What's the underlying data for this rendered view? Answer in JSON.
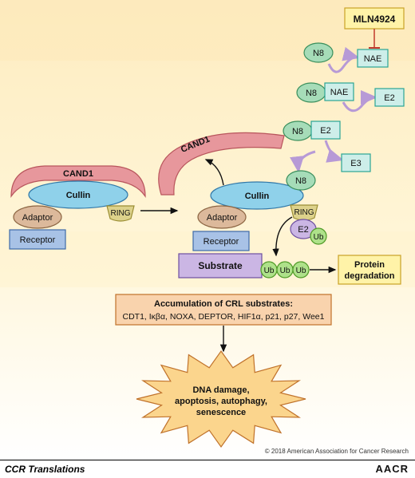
{
  "inhibitor": "MLN4924",
  "nedd8": "N8",
  "nae": "NAE",
  "e2": "E2",
  "e3": "E3",
  "cand1": "CAND1",
  "cullin": "Cullin",
  "adaptor": "Adaptor",
  "ring": "RING",
  "receptor": "Receptor",
  "substrate": "Substrate",
  "ub": "Ub",
  "protein_degradation": [
    "Protein",
    "degradation"
  ],
  "accumulation": {
    "title": "Accumulation of CRL substrates:",
    "items": "CDT1, Iκβα, NOXA, DEPTOR, HIF1α, p21, p27, Wee1"
  },
  "outcome": [
    "DNA damage,",
    "apoptosis, autophagy,",
    "senescence"
  ],
  "copyright": "© 2018 American Association for Cancer Research",
  "footer": {
    "series": "CCR Translations",
    "logo": "AACR"
  },
  "colors": {
    "bg_top": "#fdefc3",
    "bg_mid": "#fff6d8",
    "teal": "#cdeee9",
    "teal_stroke": "#2aa594",
    "green": "#a6dcb8",
    "green_stroke": "#3a8f5c",
    "cullin": "#8fd1ea",
    "cand1": "#e7979c",
    "adaptor": "#dcb99b",
    "ring": "#ddd28b",
    "receptor": "#a8c2e6",
    "substrate": "#cbb6e4",
    "ub": "#aee18a",
    "box_yellow": "#fff3a8",
    "accum_fill": "#f9d3ad",
    "burst": "#fbd58d"
  }
}
